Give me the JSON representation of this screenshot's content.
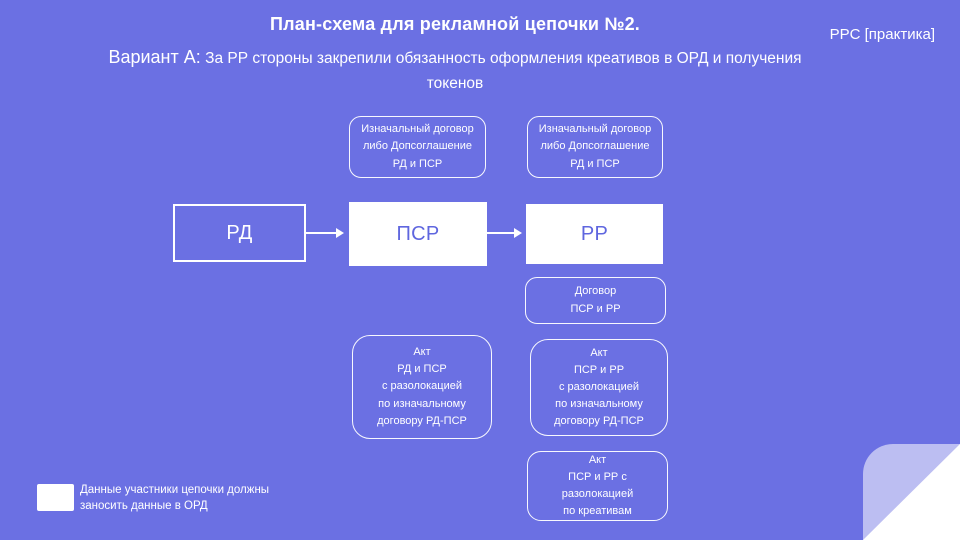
{
  "header": {
    "title": "План-схема для рекламной цепочки №2.",
    "subtitle_prefix": "Вариант А:",
    "subtitle_rest": "За РР стороны закрепили обязанность оформления креативов в ОРД и получения токенов",
    "watermark": "PPC [практика]"
  },
  "colors": {
    "background": "#6b70e3",
    "node_text_on_white": "#5f66df",
    "box_border": "#ffffff",
    "corner_lavender": "rgba(255,255,255,0.55)"
  },
  "diagram": {
    "nodes": {
      "rd": "РД",
      "psr": "ПСР",
      "rr": "РР"
    },
    "contract_initial_left": {
      "lines": [
        "Изначальный договор",
        "либо Допсоглашение",
        "РД и ПСР"
      ]
    },
    "contract_initial_right": {
      "lines": [
        "Изначальный договор",
        "либо Допсоглашение",
        "РД и ПСР"
      ]
    },
    "contract_psr_rr": {
      "lines": [
        "Договор",
        "ПСР и РР"
      ]
    },
    "act_rd_psr": {
      "lines": [
        "Акт",
        "РД  и ПСР",
        "с разолокацией",
        "по изначальному",
        "договору РД-ПСР"
      ]
    },
    "act_psr_rr": {
      "lines": [
        "Акт",
        "ПСР и РР",
        "с разолокацией",
        "по изначальному",
        "договору РД-ПСР"
      ]
    },
    "act_creatives": {
      "lines": [
        "Акт",
        "ПСР и РР с",
        "разолокацией",
        "по креативам"
      ]
    }
  },
  "legend": {
    "line1": "Данные участники цепочки должны",
    "line2": "заносить данные в ОРД"
  }
}
